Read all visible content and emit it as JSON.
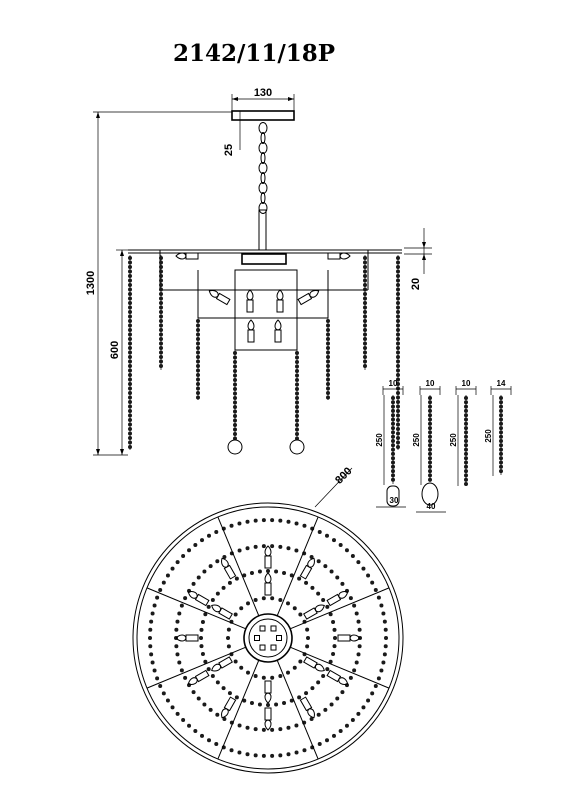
{
  "title": "2142/11/18P",
  "dimensions": {
    "canopy_width": "130",
    "canopy_height": "25",
    "overall_height": "1300",
    "body_height": "600",
    "ring_offset": "20",
    "diameter": "800"
  },
  "pendants": [
    {
      "width": "10",
      "length": "250",
      "drop": "30"
    },
    {
      "width": "10",
      "length": "250",
      "drop": "40"
    },
    {
      "width": "10",
      "length": "250",
      "drop": ""
    },
    {
      "width": "14",
      "length": "250",
      "drop": ""
    }
  ],
  "colors": {
    "ink": "#000000",
    "paper": "#ffffff"
  }
}
